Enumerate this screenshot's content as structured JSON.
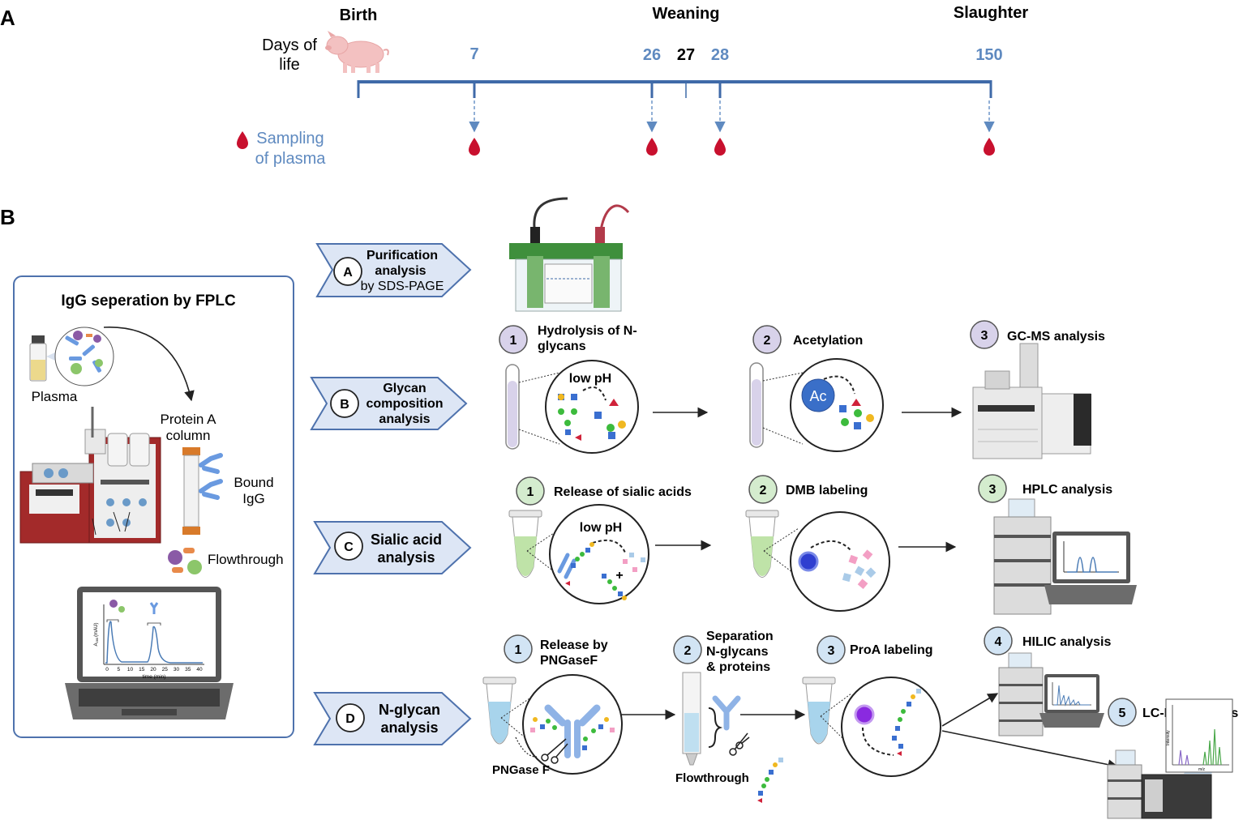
{
  "panels": {
    "a": "A",
    "b": "B"
  },
  "timeline": {
    "days_of_life": [
      "Days of",
      "life"
    ],
    "events": {
      "birth": "Birth",
      "weaning": "Weaning",
      "slaughter": "Slaughter"
    },
    "days": [
      "7",
      "26",
      "27",
      "28",
      "150"
    ],
    "sampling": [
      "Sampling",
      "of plasma"
    ]
  },
  "fplc": {
    "title": "IgG seperation by FPLC",
    "plasma": "Plasma",
    "protein_a_column": [
      "Protein A",
      "column"
    ],
    "bound_igg": [
      "Bound",
      "IgG"
    ],
    "flowthrough": "Flowthrough",
    "chart": {
      "ylabel": "A",
      "ylabel_sub": "280",
      "ylabel_unit": "(mAU)",
      "xlabel": "time (min)",
      "xticks": [
        "0",
        "5",
        "10",
        "15",
        "20",
        "25",
        "30",
        "35",
        "40"
      ]
    }
  },
  "analyses": {
    "a": {
      "letter": "A",
      "lines": [
        "Purification",
        "analysis",
        "by SDS-PAGE"
      ]
    },
    "b": {
      "letter": "B",
      "lines": [
        "Glycan",
        "composition",
        "analysis"
      ]
    },
    "c": {
      "letter": "C",
      "lines": [
        "Sialic acid",
        "analysis"
      ]
    },
    "d": {
      "letter": "D",
      "lines": [
        "N-glycan",
        "analysis"
      ]
    }
  },
  "workflow_b": {
    "step1": {
      "num": "1",
      "lines": [
        "Hydrolysis of N-",
        "glycans"
      ]
    },
    "step2": {
      "num": "2",
      "label": "Acetylation"
    },
    "step3": {
      "num": "3",
      "label": "GC-MS analysis"
    },
    "low_ph": "low pH",
    "ac": "Ac"
  },
  "workflow_c": {
    "step1": {
      "num": "1",
      "label": "Release of sialic acids"
    },
    "step2": {
      "num": "2",
      "label": "DMB labeling"
    },
    "step3": {
      "num": "3",
      "label": "HPLC analysis"
    },
    "low_ph": "low pH",
    "plus": "+"
  },
  "workflow_d": {
    "step1": {
      "num": "1",
      "lines": [
        "Release by",
        "PNGaseF"
      ]
    },
    "step2": {
      "num": "2",
      "lines": [
        "Separation",
        "N-glycans",
        "& proteins"
      ]
    },
    "step3": {
      "num": "3",
      "label": "ProA labeling"
    },
    "step4": {
      "num": "4",
      "label": "HILIC analysis"
    },
    "step5": {
      "num": "5",
      "label": "LC-MS analysis"
    },
    "pngase_f": "PNGase F",
    "flowthrough": "Flowthrough",
    "ms_ylabel": "Intensity",
    "ms_xlabel": "m/z"
  },
  "colors": {
    "timeline": "#3f6aa8",
    "day_text": "#5f8ac0",
    "blood": "#c8102e",
    "chevron_fill": "#dde6f5",
    "chevron_stroke": "#4e72ad",
    "purple_circle": "#d8d2ea",
    "green_circle": "#d4ecce",
    "blue_circle": "#d2e4f4",
    "gel_green": "#3f8f3c"
  }
}
